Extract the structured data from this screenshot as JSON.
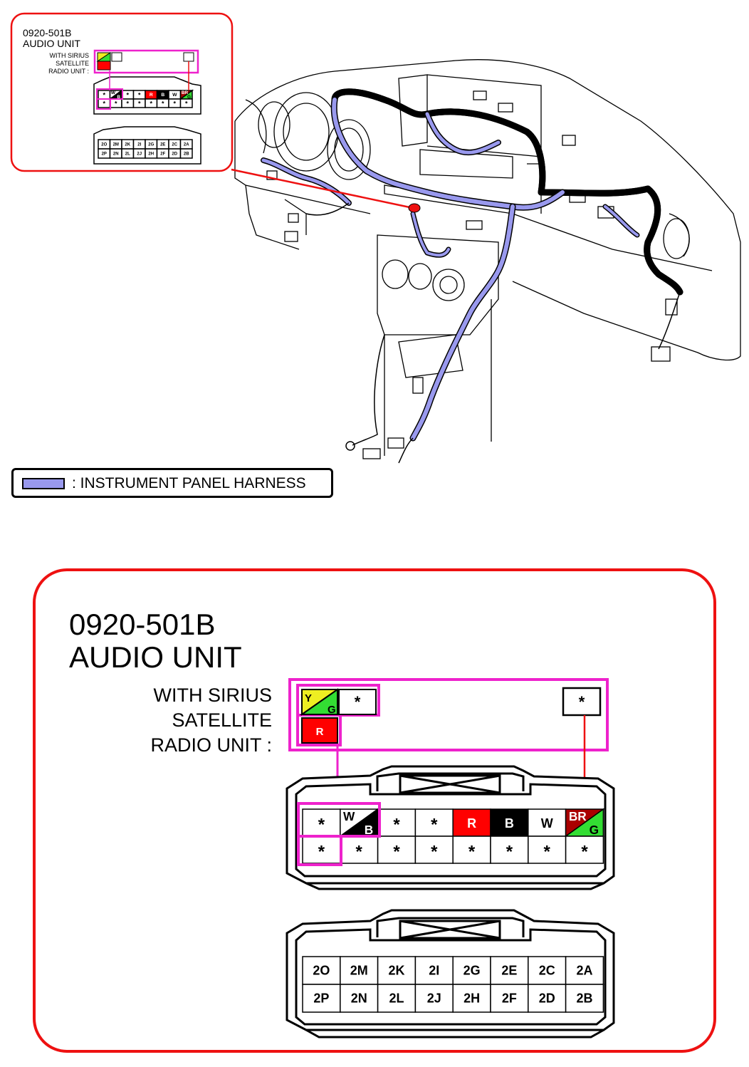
{
  "connector": {
    "code": "0920-501B",
    "name": "AUDIO UNIT",
    "variant_lines": [
      "WITH SIRIUS",
      "SATELLITE",
      "RADIO UNIT :"
    ]
  },
  "sirius_pins": {
    "pin1_top": "Y",
    "pin1_bottom": "G",
    "pin2": "*",
    "pin3": "R",
    "pin_right": "*"
  },
  "harness_connector": {
    "row1": [
      {
        "type": "plain",
        "text": "*"
      },
      {
        "type": "split",
        "top": "W",
        "bottom": "B",
        "c1": "#ffffff",
        "c2": "#000000"
      },
      {
        "type": "plain",
        "text": "*"
      },
      {
        "type": "plain",
        "text": "*"
      },
      {
        "type": "fill",
        "text": "R",
        "bg": "#ff0000",
        "fg": "#ffffff"
      },
      {
        "type": "fill",
        "text": "B",
        "bg": "#000000",
        "fg": "#ffffff"
      },
      {
        "type": "plain",
        "text": "W"
      },
      {
        "type": "split",
        "top": "BR",
        "bottom": "G",
        "c1": "#aa0000",
        "c2": "#33dd33"
      }
    ],
    "row2": [
      "*",
      "*",
      "*",
      "*",
      "*",
      "*",
      "*",
      "*"
    ]
  },
  "terminal_connector": {
    "row1": [
      "2O",
      "2M",
      "2K",
      "2I",
      "2G",
      "2E",
      "2C",
      "2A"
    ],
    "row2": [
      "2P",
      "2N",
      "2L",
      "2J",
      "2H",
      "2F",
      "2D",
      "2B"
    ]
  },
  "legend": {
    "text": ": INSTRUMENT PANEL HARNESS",
    "color": "#9999ee"
  },
  "colors": {
    "callout_red": "#ee1111",
    "highlight_magenta": "#ee22cc",
    "harness_blue": "#9999ee"
  }
}
